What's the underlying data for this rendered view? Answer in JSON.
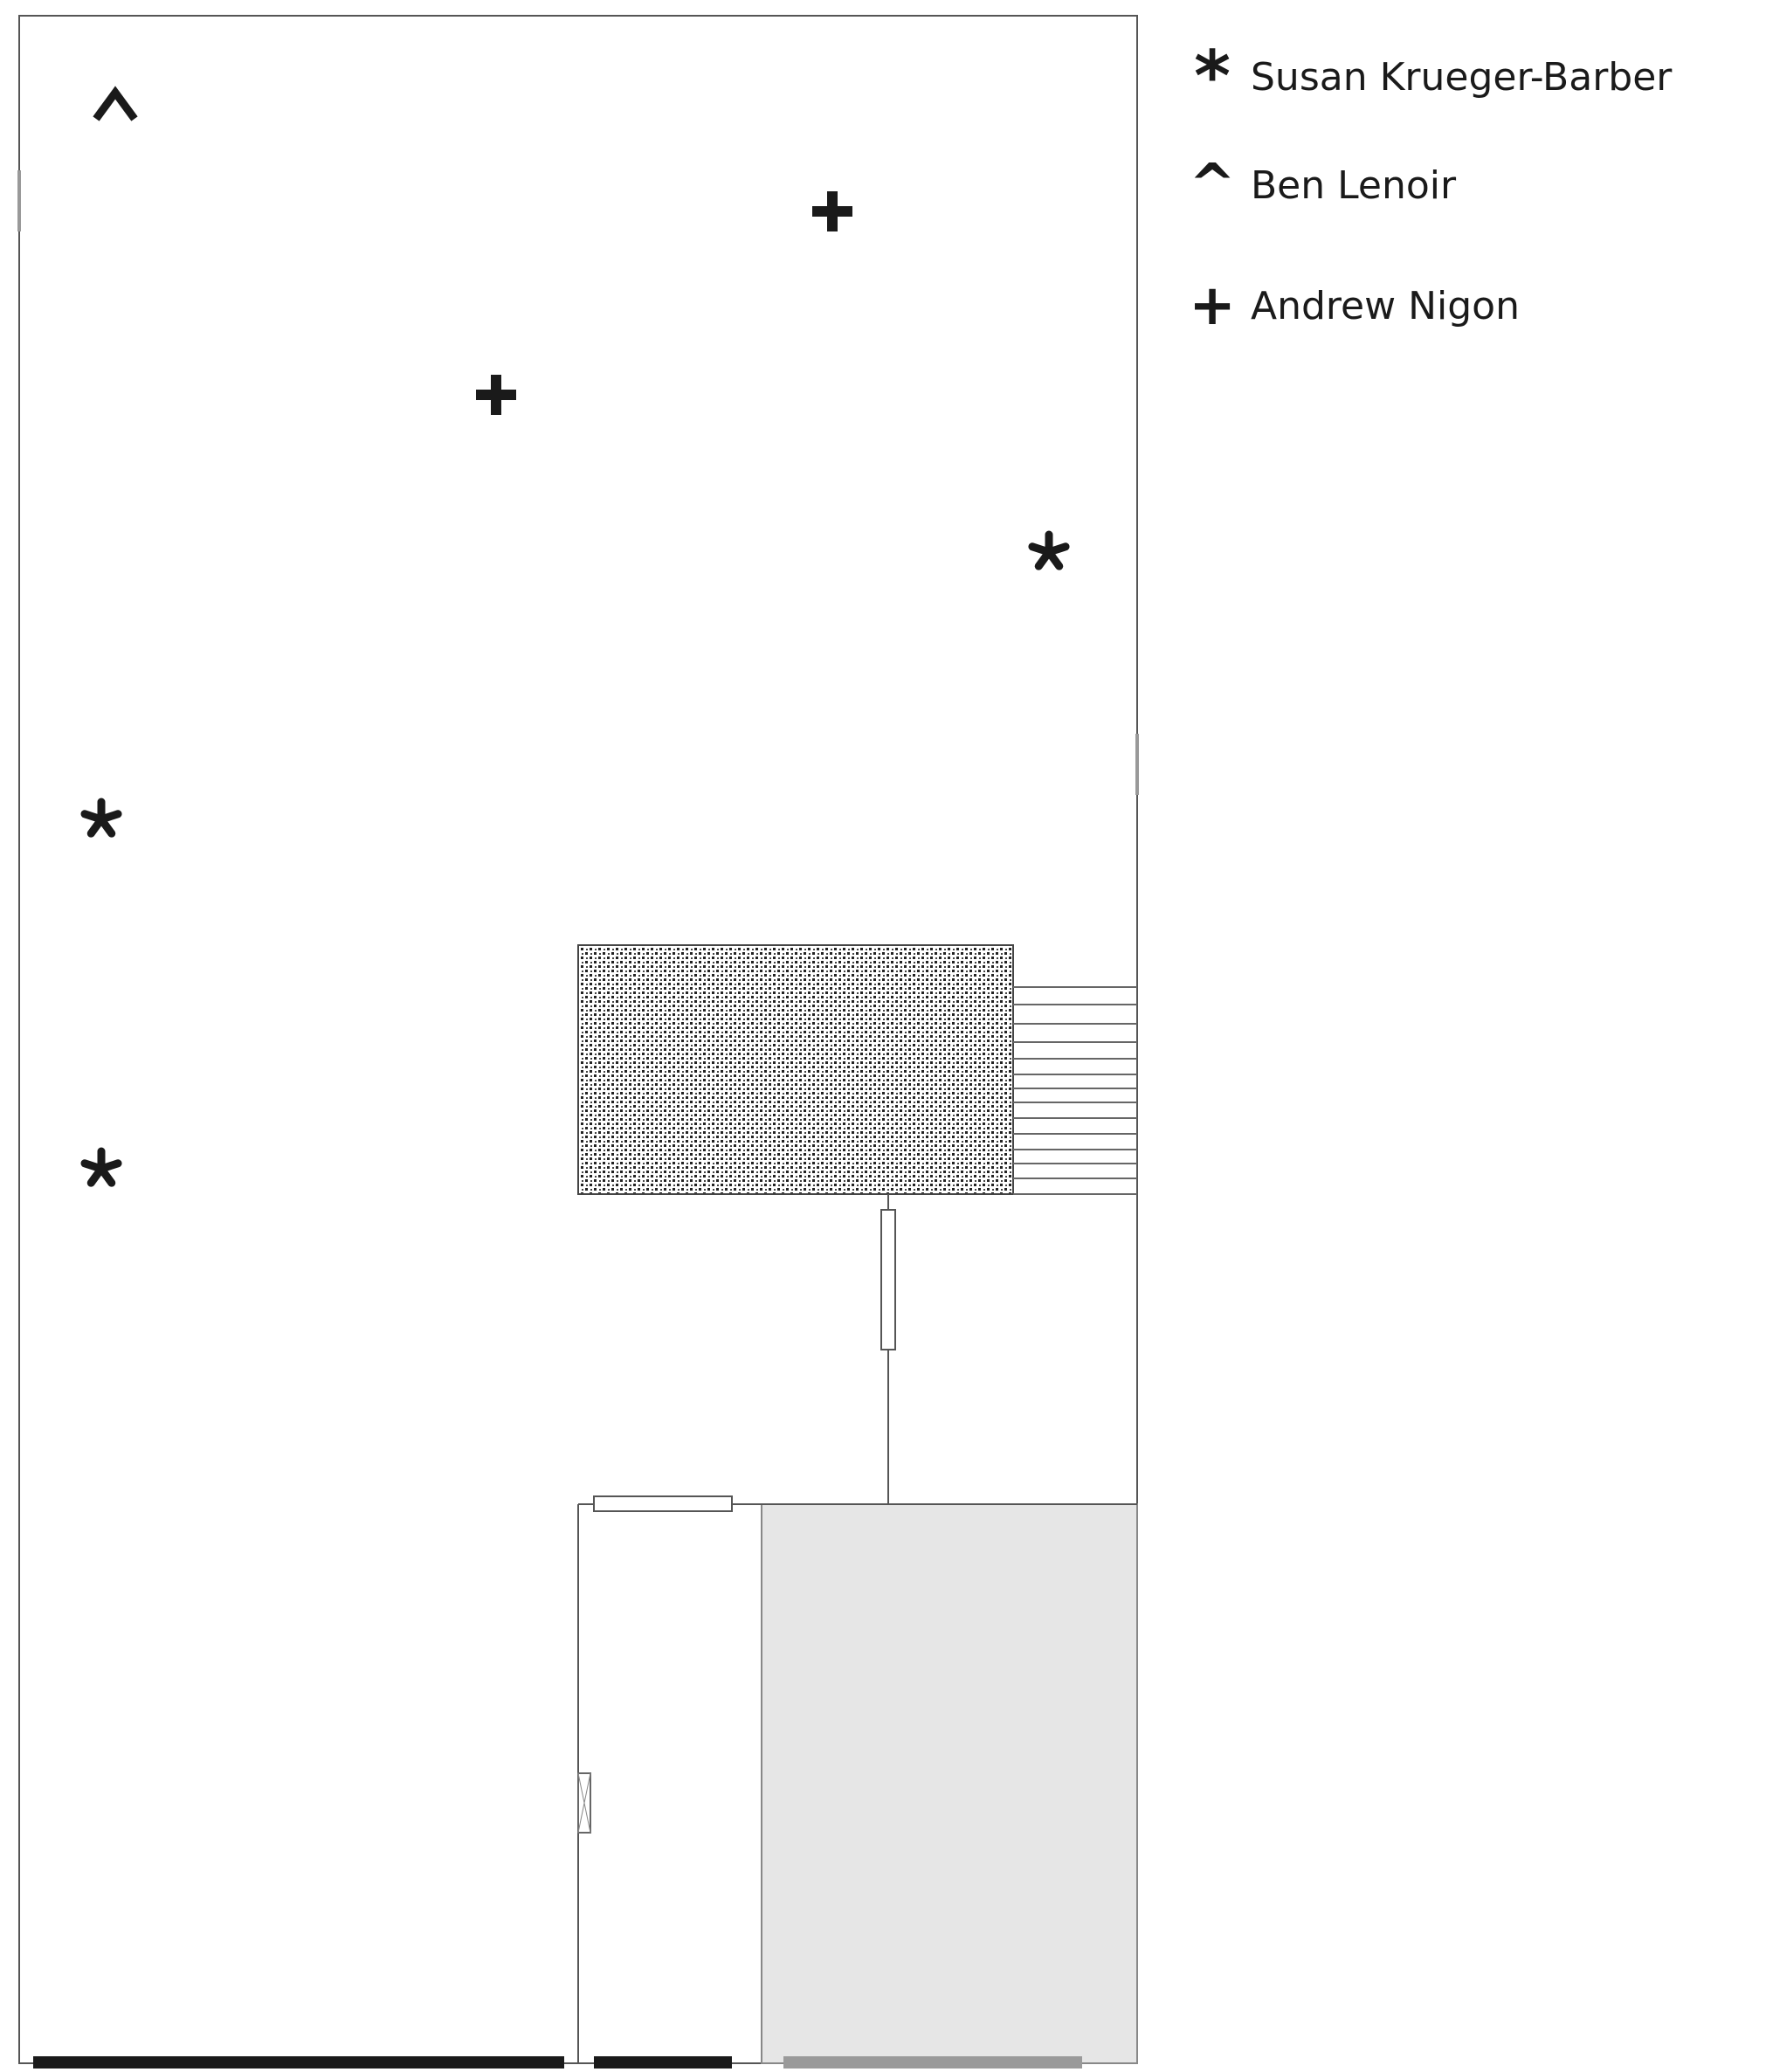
{
  "legend": {
    "items": [
      {
        "symbol": "*",
        "label": "Susan Krueger-Barber"
      },
      {
        "symbol": "^",
        "label": "Ben Lenoir"
      },
      {
        "symbol": "+",
        "label": "Andrew Nigon"
      }
    ]
  },
  "markers": [
    {
      "symbol": "^",
      "person": "Ben Lenoir"
    },
    {
      "symbol": "+",
      "person": "Andrew Nigon"
    },
    {
      "symbol": "+",
      "person": "Andrew Nigon"
    },
    {
      "symbol": "*",
      "person": "Susan Krueger-Barber"
    },
    {
      "symbol": "*",
      "person": "Susan Krueger-Barber"
    },
    {
      "symbol": "*",
      "person": "Susan Krueger-Barber"
    }
  ],
  "colors": {
    "line": "#555555",
    "ink": "#1a1a1a",
    "shaded_area": "#e6e6e6",
    "gray_bar": "#9a9a9a"
  }
}
